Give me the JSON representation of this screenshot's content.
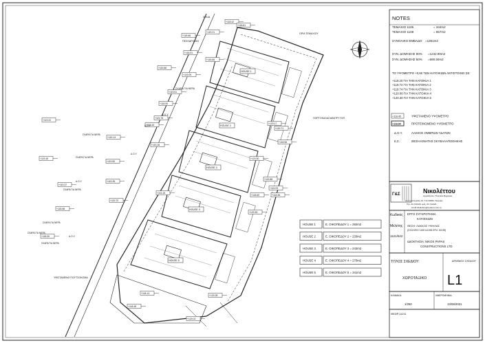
{
  "notes": {
    "heading": "NOTES",
    "parcels": [
      {
        "label": "ΤΕΜΑΧΙΟ 1106",
        "value": "= 344m2"
      },
      {
        "label": "ΤΕΜΑΧΙΟ 1108",
        "value": "= 857m2"
      }
    ],
    "total": {
      "label": "ΣΥΝΟΛΙΚΟ ΕΜΒΑΔΟ",
      "value": "=1351m2"
    },
    "coverage": [
      {
        "label": "ΣΥΝ. ΔΟΜΗΣΗΣ 90%",
        "value": "=1242.90m2"
      },
      {
        "label": "ΣΥΝ. ΔΟΜΗΣΗΣ 50%",
        "value": "=690.50m2"
      }
    ],
    "elevation_intro": "ΤΟ ΥΨΟΜΕΤΡΟ +0,60 ΤΩΝ ΚΑΤΟΙΚΙΩΝ ΑΝΤΙΣΤΟΙΧΕΙ ΣΕ:",
    "elevations": [
      "+119.20 ΓΙΑ ΤΗΝ ΚΑΤΟΙΚΙΑ 1",
      "+119.72 ΓΙΑ ΤΗΝ ΚΑΤΟΙΚΙΑ 2",
      "+119.74 ΓΙΑ ΤΗΝ ΚΑΤΟΙΚΙΑ 3",
      "+120.00 ΓΙΑ ΤΗΝ ΚΑΤΟΙΚΙΑ 4",
      "+120.30 ΓΙΑ ΤΗΝ ΚΑΤΟΙΚΙΑ 5"
    ]
  },
  "legend": [
    {
      "symbol": "+118.45",
      "text": "ΥΦΙΣΤΑΜΕΝΟ ΥΨΟΜΕΤΡΟ"
    },
    {
      "symbol": "+118.84",
      "text": "ΠΡΟΤΕΙΝΟΜΕΝΟ ΥΨΟΜΕΤΡΟ"
    },
    {
      "symbol": "Δ.Ο.Υ.",
      "text": "ΛΑΚΚΟΣ ΟΜΒΡΙΩΝ ΥΔΑΤΩΝ"
    },
    {
      "symbol": "Κ.Σ.",
      "text": "ΘΕΣΗ ΚΙΝΗΤΗΣ ΣΚΥΒΑΛΑΠΟΘΗΚΗΣ"
    }
  ],
  "company": {
    "logo_mark": "Γ&Σ",
    "name": "Νικολέττου",
    "tagline": "Αρχιτέκτονες / Πολιτικοί Μηχανικοί",
    "address": "Ιωάννη Καρκάζη 23, Τ.Θ.33689, Πειραιάς",
    "phone": "Τηλ. 23 741425, φαξ. 23 741424",
    "email": "email:nikolettou@cytanet.com.cy"
  },
  "project": {
    "code_label": "Κωδικός",
    "study_label": "Μελέτης",
    "study_code": "1121/522",
    "lines": [
      "ΕΡΓΟ ΣΥΓΚΡΟΤΗΜΑ",
      "ΚΑΤΟΙΚΙΩΝ",
      "ΘΕΣΗ: ΛΑΚΚΟΣ ΥΨΗΛΑΣ",
      "(ΣΧΟΛΕΙΟ 1106 &1108-ΦΥΛ. 63-55)"
    ],
    "owner_label": "ΙΔΙΟΚΤΗΣΙΑ:",
    "owner": [
      "NIKOS PAPAS",
      "CONSTRUCTIONS LTD"
    ]
  },
  "houses": [
    {
      "house": "HOUSE 1",
      "area": "Ε. ΟΙΚΟΠΕΔΟΥ 1 = 292m2"
    },
    {
      "house": "HOUSE 2",
      "area": "Ε. ΟΙΚΟΠΕΔΟΥ 2 = 233m2"
    },
    {
      "house": "HOUSE 3",
      "area": "Ε. ΟΙΚΟΠΕΔΟΥ 3 = 243m2"
    },
    {
      "house": "HOUSE 4",
      "area": "Ε. ΟΙΚΟΠΕΔΟΥ 4 = 275m2"
    },
    {
      "house": "HOUSE 5",
      "area": "Ε. ΟΙΚΟΠΕΔΟΥ 5 = 341m2"
    }
  ],
  "title_block": {
    "title_label": "ΤΙΤΛΟΣ ΣΧΕΔΙΟΥ:",
    "title": "ΧΩΡΟΤΑΞΙΚΟ",
    "drawing_no_label": "ΑΡΙΘΜΟΣ ΣΧΕΔΙΟΥ",
    "drawing_no": "L1",
    "scale_label": "ΚΛΙΜΑΚΑ:",
    "scale": "1/250",
    "date_label": "ΗΜΕΡΟΜΗΝΙΑ:",
    "date": "13/09/2021",
    "approval": "ΘΕΩΡ.11211"
  },
  "plan": {
    "road_label": "ΧΙΛΙΑ",
    "houses_tags": [
      "HOUSE 1",
      "HOUSE 2",
      "HOUSE 3",
      "HOUSE 4",
      "HOUSE 5"
    ],
    "labels": [
      "ΟΡΙΑ ΤΕΜΑΧΙΟΥ",
      "ΠΕΖΟΔΡΟΜΙΟ",
      "ΣΧΑΡΑ ΓΙΑ ΝΕΡΑ",
      "Δ.Ο.Υ.",
      "ΠΟΡΤΟΚΑΛΙΑ ΜΑΝΤΡΙ ΤΟΠ",
      "ΥΦΙΣΤΑΜΕΝΟ ΠΟΥΤΣΟΚΟΜΑ"
    ],
    "levels": [
      "+118.42",
      "+118.81",
      "+119.21",
      "+118.68",
      "+118.91",
      "+119.56",
      "+119.09",
      "+118.66",
      "+119.61",
      "+118.90",
      "+119.76",
      "+119.43",
      "+119.13",
      "+119.22",
      "+119.50",
      "+119.45",
      "+119.35",
      "+119.37",
      "+119.70",
      "+118.58",
      "+118.30",
      "+119.15",
      "+119.18",
      "+120.17",
      "+119.71",
      "+118.56",
      "+119.88",
      "+119.93",
      "+118.36",
      "+120.82",
      "+120.50",
      "+118.60",
      "+118.14",
      "+118.45",
      "+120.35",
      "+120.02"
    ]
  }
}
